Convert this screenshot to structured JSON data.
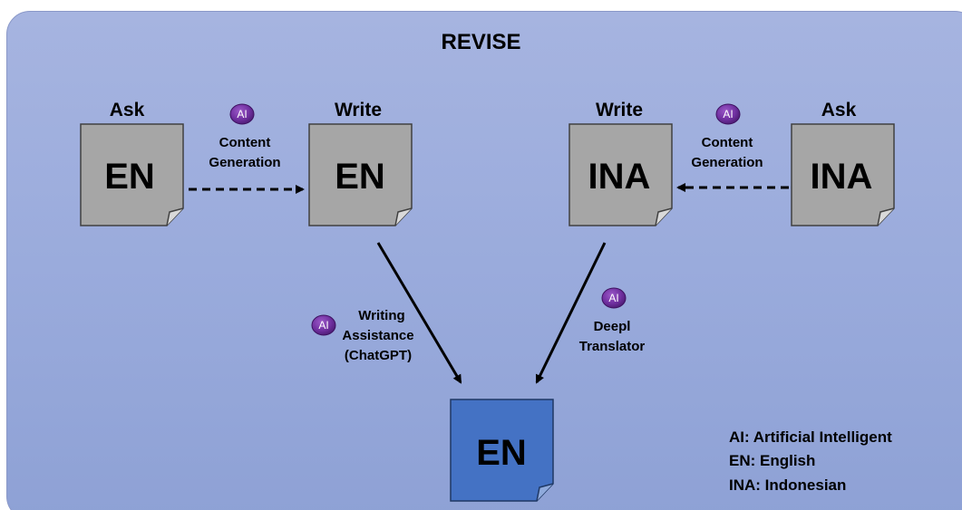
{
  "title": "REVISE",
  "documents": {
    "ask_en": {
      "header": "Ask",
      "code": "EN"
    },
    "write_en": {
      "header": "Write",
      "code": "EN"
    },
    "write_ina": {
      "header": "Write",
      "code": "INA"
    },
    "ask_ina": {
      "header": "Ask",
      "code": "INA"
    },
    "result": {
      "code": "EN"
    }
  },
  "ai_badge": "AI",
  "labels": {
    "content_gen_left": [
      "Content",
      "Generation"
    ],
    "content_gen_right": [
      "Content",
      "Generation"
    ],
    "writing_assistance": [
      "Writing",
      "Assistance",
      "(ChatGPT)"
    ],
    "deepl": [
      "Deepl",
      "Translator"
    ]
  },
  "legend": [
    "AI: Artificial Intelligent",
    "EN: English",
    "INA: Indonesian"
  ],
  "colors": {
    "panel": "#9aabdc",
    "doc_gray": "#a6a6a6",
    "doc_blue": "#4472c4",
    "ai_badge": "#7030a0"
  }
}
